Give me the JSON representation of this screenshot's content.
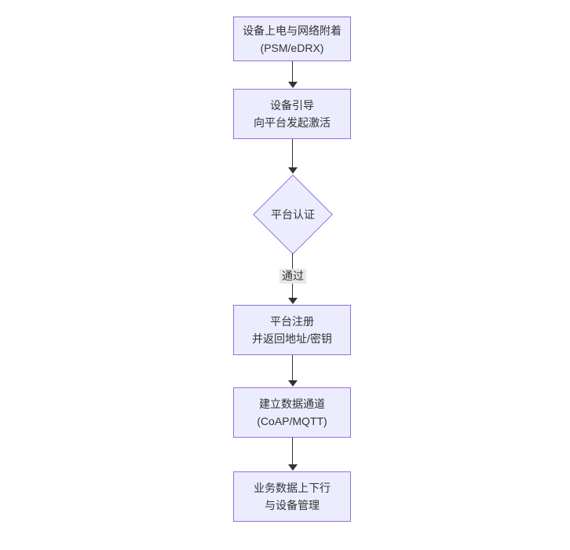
{
  "diagram": {
    "type": "flowchart",
    "direction": "top-down",
    "colors": {
      "node_fill": "#ECECFF",
      "node_border": "#9370DB",
      "arrow_line": "#333333",
      "edge_label_bg": "#e8e8e8",
      "text": "#333333",
      "background": "#ffffff"
    },
    "nodes": [
      {
        "id": "n1",
        "shape": "rect",
        "line1": "设备上电与网络附着",
        "line2": "(PSM/eDRX)"
      },
      {
        "id": "n2",
        "shape": "rect",
        "line1": "设备引导",
        "line2": "向平台发起激活"
      },
      {
        "id": "d1",
        "shape": "diamond",
        "line1": "平台认证",
        "line2": ""
      },
      {
        "id": "n3",
        "shape": "rect",
        "line1": "平台注册",
        "line2": "并返回地址/密钥"
      },
      {
        "id": "n4",
        "shape": "rect",
        "line1": "建立数据通道",
        "line2": "(CoAP/MQTT)"
      },
      {
        "id": "n5",
        "shape": "rect",
        "line1": "业务数据上下行",
        "line2": "与设备管理"
      }
    ],
    "edges": [
      {
        "from": "n1",
        "to": "n2",
        "label": ""
      },
      {
        "from": "n2",
        "to": "d1",
        "label": ""
      },
      {
        "from": "d1",
        "to": "n3",
        "label": "通过"
      },
      {
        "from": "n3",
        "to": "n4",
        "label": ""
      },
      {
        "from": "n4",
        "to": "n5",
        "label": ""
      }
    ]
  }
}
